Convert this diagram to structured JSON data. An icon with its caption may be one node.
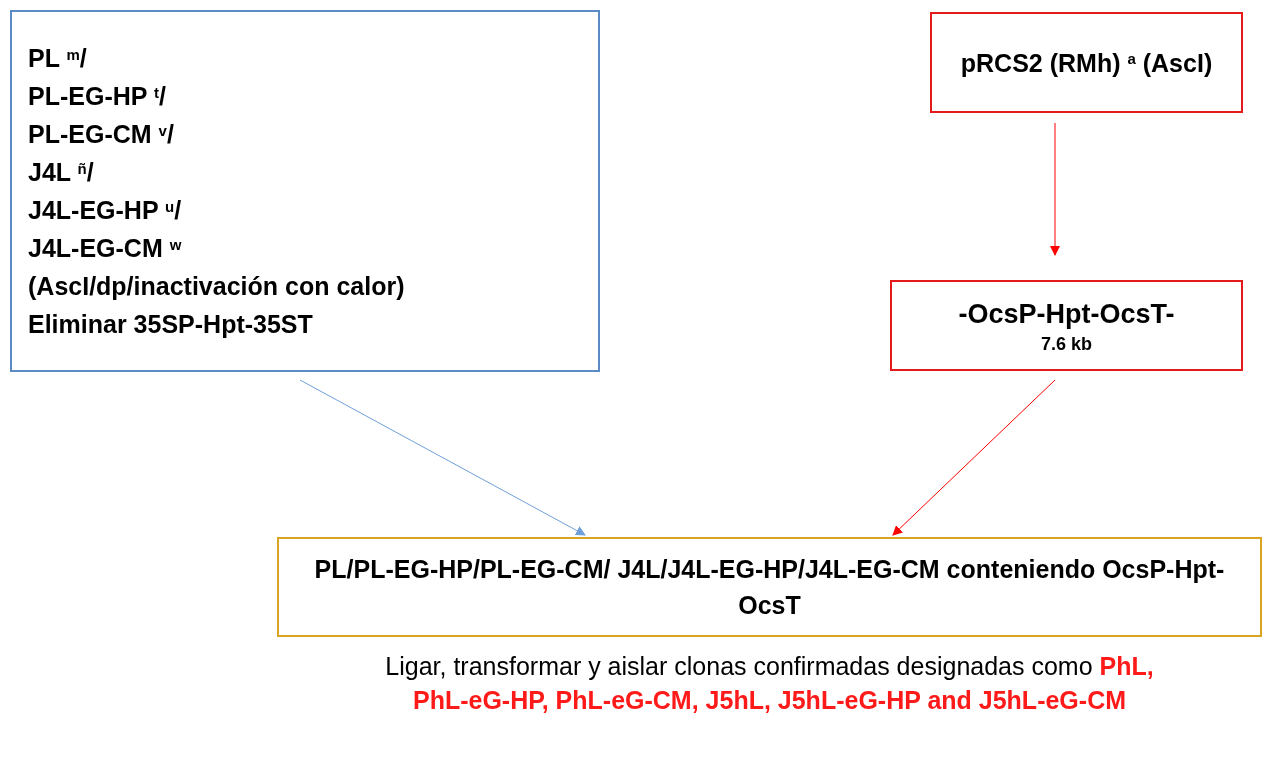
{
  "diagram": {
    "nodes": [
      {
        "text": [
          "PL $^{m}$/",
          "PL-EG-HP $^{t}$/",
          "PL-EG-CM $^{v}$/",
          "J4L $^{ñ}$/",
          "J4L-EG-HP $^{u}$/",
          "J4L-EG-CM $^{w}$",
          "(AscI/dp/inactivación con calor)",
          "Eliminar  35SP-Hpt-35ST"
        ]
      },
      {
        "text": [
          "pRCS2 (RMh) $^{a}$ (AscI)"
        ]
      },
      {
        "text": [
          "-OcsP-Hpt-OcsT-",
          "7.6 kb"
        ]
      },
      {
        "text": [
          "PL/PL-EG-HP/PL-EG-CM/ J4L/J4L-EG-HP/J4L-EG-CM conteniendo OcsP-Hpt-OcsT"
        ],
        "beside": [
          "Ligar, transformar y aislar clonas confirmadas designadas como **PhL, PhL-eG-HP, PhL-eG-CM, J5hL, J5hL-eG-HP and J5hL-eG-CM**"
        ]
      }
    ],
    "edges": [
      {
        "from": 0,
        "to": 3,
        "arrow": "to",
        "color": "#6f9fd8"
      },
      {
        "from": 1,
        "to": 2,
        "arrow": "to"
      },
      {
        "from": 2,
        "to": 3,
        "arrow": "to"
      }
    ]
  }
}
